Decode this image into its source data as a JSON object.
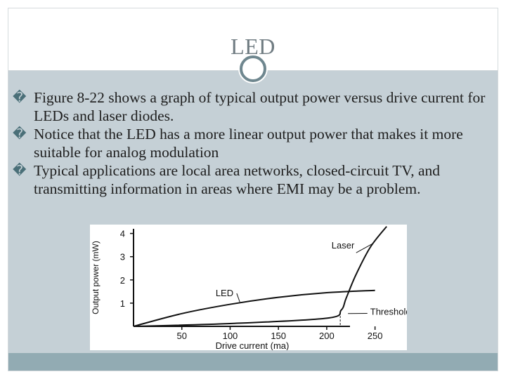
{
  "slide": {
    "title": "LED",
    "bullet_glyph": "�",
    "bullets": [
      "Figure 8-22 shows a graph of typical output power versus drive current for LEDs and laser diodes.",
      "Notice that the LED has a more linear output power that makes it more suitable for analog modulation",
      "Typical applications are local area networks, closed-circuit TV, and transmitting information in areas where EMI may be a problem."
    ]
  },
  "colors": {
    "content_background": "#c5d0d6",
    "footer_bar": "#92abb3",
    "title_text": "#707c82",
    "ring": "#6f878f"
  },
  "chart_data": {
    "type": "line",
    "title": "",
    "xlabel": "Drive current (ma)",
    "ylabel": "Output power (mW)",
    "xlim": [
      0,
      275
    ],
    "ylim": [
      0,
      4.2
    ],
    "x_ticks": [
      50,
      100,
      150,
      200,
      250
    ],
    "y_ticks": [
      1,
      2,
      3,
      4
    ],
    "grid": false,
    "series": [
      {
        "name": "LED",
        "x": [
          0,
          50,
          100,
          150,
          200,
          250
        ],
        "y": [
          0,
          0.55,
          0.95,
          1.25,
          1.45,
          1.55
        ]
      },
      {
        "name": "Laser",
        "x": [
          0,
          100,
          200,
          215,
          220,
          230,
          245,
          262
        ],
        "y": [
          0,
          0.12,
          0.35,
          0.7,
          1.2,
          2.2,
          3.4,
          4.3
        ]
      }
    ],
    "annotations": [
      {
        "text": "LED",
        "x": 85,
        "y": 1.3
      },
      {
        "text": "Laser",
        "x": 205,
        "y": 3.35
      },
      {
        "text": "Threshold",
        "x": 245,
        "y": 0.5
      }
    ]
  }
}
